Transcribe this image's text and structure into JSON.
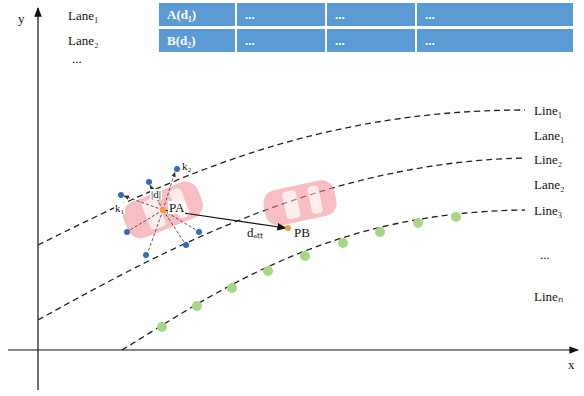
{
  "diagram": {
    "nodes": [
      {
        "text": [
          "A(d₁)"
        ]
      },
      {
        "text": [
          "..."
        ]
      },
      {
        "text": [
          "..."
        ]
      },
      {
        "text": [
          "..."
        ]
      },
      {
        "text": [
          "B(d₂)"
        ]
      },
      {
        "text": [
          "..."
        ]
      },
      {
        "text": [
          "..."
        ]
      },
      {
        "text": [
          "..."
        ]
      }
    ],
    "labels": [
      "y",
      "x",
      "Lane₁",
      "Lane₂",
      "...",
      "Line₁",
      "Lane₁",
      "Line₂",
      "Lane₂",
      "Line₃",
      "...",
      "Lineₙ",
      "PA",
      "|d|",
      "k₁",
      "k₂",
      "dₐₜₜ",
      "PB"
    ]
  }
}
